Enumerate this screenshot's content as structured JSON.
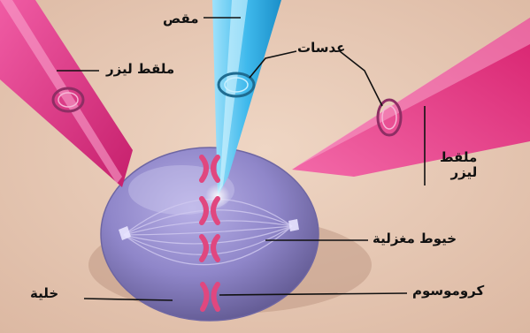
{
  "labels": {
    "scissors": "مقص",
    "lenses": "عدسات",
    "laser_pen_left": "ملقط ليزر",
    "laser_pen_right_line1": "ملقط",
    "laser_pen_right_line2": "ليزر",
    "spindle_fibers": "خيوط مغزلية",
    "chromosome": "كروموسوم",
    "cell": "خلية"
  },
  "colors": {
    "background": "#e8cbb8",
    "laser_pink": "#ec3d8c",
    "scissors_blue": "#4ec3ef",
    "cell_purple": "#9a8fd0",
    "chromosome_pink": "#e0477f",
    "leader_line": "#111111"
  }
}
